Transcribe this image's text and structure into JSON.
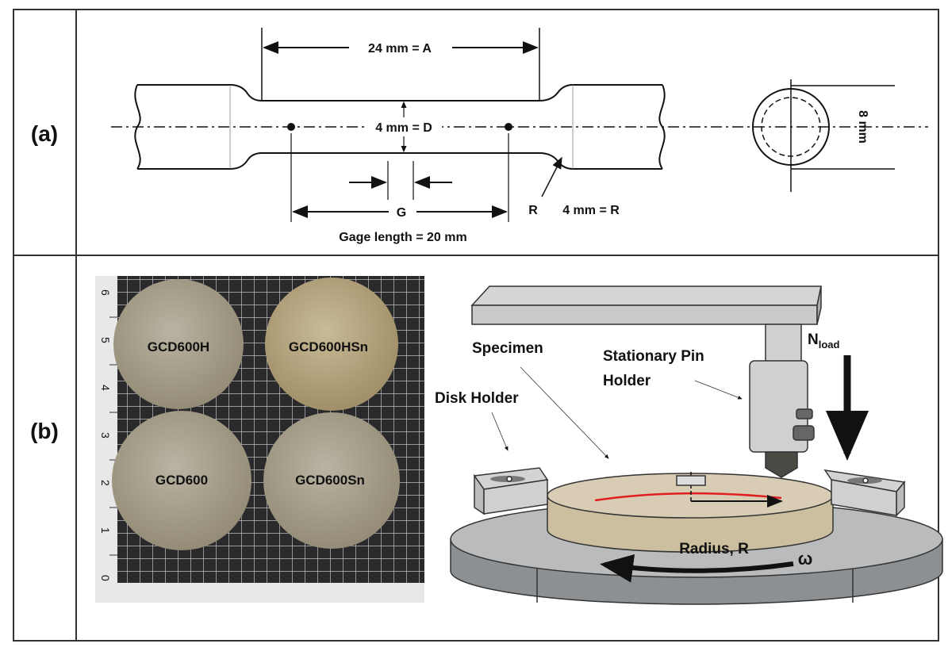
{
  "panels": {
    "a": {
      "label": "(a)",
      "dim_length": "24 mm = A",
      "dim_diameter": "4 mm = D",
      "dim_g": "G",
      "gage_length": "Gage length = 20 mm",
      "radius_marker": "R",
      "radius_value": "4 mm = R",
      "grip_diameter": "8 mm"
    },
    "b": {
      "label": "(b)",
      "samples": [
        "GCD600H",
        "GCD600HSn",
        "GCD600",
        "GCD600Sn"
      ],
      "ruler_numbers": [
        "6",
        "5",
        "4",
        "3",
        "2",
        "1",
        "0"
      ],
      "labels": {
        "specimen": "Specimen",
        "pin_holder_line1": "Stationary Pin",
        "pin_holder_line2": "Holder",
        "disk_holder": "Disk Holder",
        "load_main": "N",
        "load_sub": "load",
        "radius": "Radius, R",
        "omega": "ω"
      }
    }
  },
  "colors": {
    "border": "#333333",
    "wear_track": "#e02020",
    "specimen_disk": "#d8cdb4",
    "base": "#8d9093",
    "metal": "#cfd0d2"
  }
}
